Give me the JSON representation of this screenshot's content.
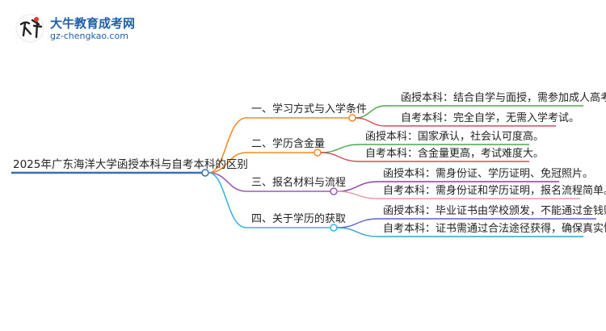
{
  "brand": {
    "name": "大牛教育成考网",
    "url": "gz-chengkao.com"
  },
  "root": "2025年广东海洋大学函授本科与自考本科的区别",
  "branches": [
    {
      "label": "一、学习方式与入学条件",
      "color": "#f28a27",
      "children": [
        {
          "label": "函授本科：结合自学与面授，需参加成人高考。",
          "color": "#4aa84a"
        },
        {
          "label": "自考本科：完全自学，无需入学考试。",
          "color": "#d84a5a"
        }
      ]
    },
    {
      "label": "二、学历含金量",
      "color": "#f28a27",
      "children": [
        {
          "label": "函授本科：国家承认，社会认可度高。",
          "color": "#4aa84a"
        },
        {
          "label": "自考本科：含金量更高，考试难度大。",
          "color": "#d84a5a"
        }
      ]
    },
    {
      "label": "三、报名材料与流程",
      "color": "#9b59b6",
      "children": [
        {
          "label": "函授本科：需身份证、学历证明、免冠照片。",
          "color": "#8b3fa0"
        },
        {
          "label": "自考本科：需身份证和学历证明，报名流程简单。",
          "color": "#e49aa8"
        }
      ]
    },
    {
      "label": "四、关于学历的获取",
      "color": "#3ab7d8",
      "children": [
        {
          "label": "函授本科：毕业证书由学校颁发，不能通过金钱购买。",
          "color": "#5b5fd0"
        },
        {
          "label": "自考本科：证书需通过合法途径获得，确保真实性。",
          "color": "#2aa6c9"
        }
      ]
    }
  ]
}
